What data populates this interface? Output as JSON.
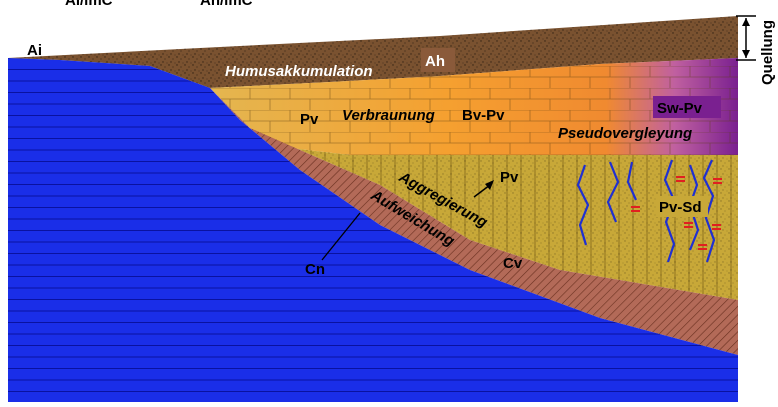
{
  "header": {
    "col1": "Ai/lmC",
    "col2": "Ah/lmC"
  },
  "labels": {
    "ai": "Ai",
    "ah": "Ah",
    "humus": "Humusakkumulation",
    "pv_left": "Pv",
    "verbraunung": "Verbraunung",
    "bv_pv": "Bv-Pv",
    "sw_pv": "Sw-Pv",
    "pseudovergleyung": "Pseudovergleyung",
    "aggregierung": "Aggregierung",
    "pv_arrow": "Pv",
    "pv_sd": "Pv-Sd",
    "aufweichung": "Aufweichung",
    "cn": "Cn",
    "cv": "Cv",
    "quellung": "Quellung"
  },
  "colors": {
    "bedrock_blue": "#1a2ee8",
    "bedrock_lines": "#0a12a0",
    "humus_brown": "#7a5230",
    "cv_red": "#b36a58",
    "bv_yellow": "#d9b84a",
    "orange": "#f5a030",
    "purple": "#8a2e9a",
    "pv_sd_yellow": "#c8a838"
  }
}
